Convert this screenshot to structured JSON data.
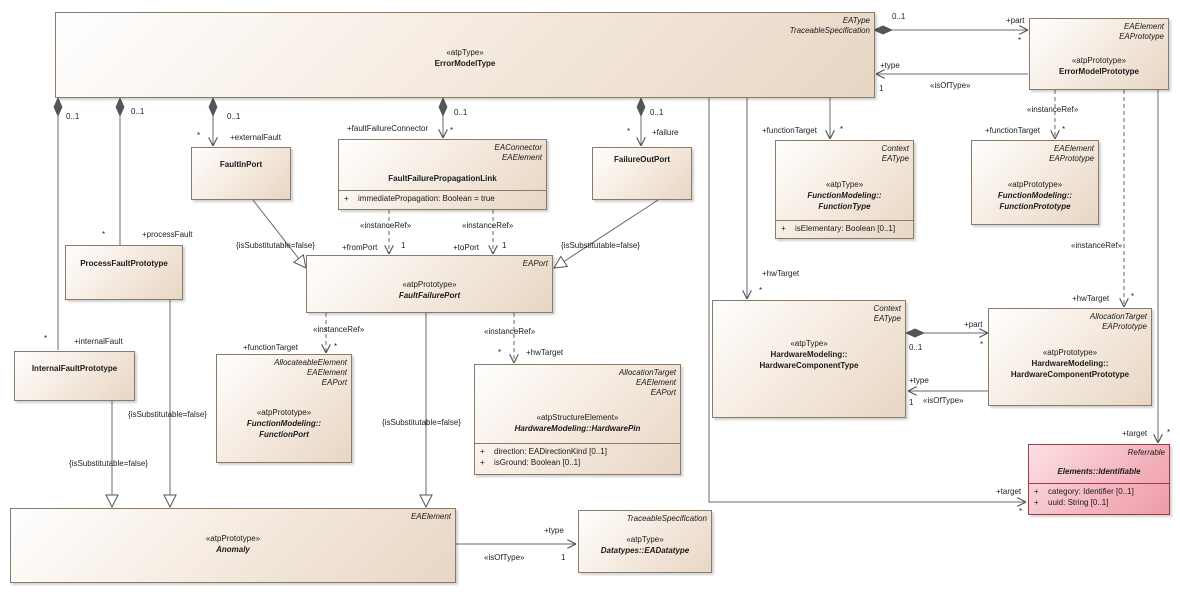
{
  "classes": {
    "error_model_type": {
      "tags": [
        "EAType",
        "TraceableSpecification"
      ],
      "stereotype": "«atpType»",
      "name": "ErrorModelType"
    },
    "error_model_prototype": {
      "tags": [
        "EAElement",
        "EAPrototype"
      ],
      "stereotype": "«atpPrototype»",
      "name": "ErrorModelPrototype"
    },
    "fault_in_port": {
      "name": "FaultInPort"
    },
    "fault_failure_propagation_link": {
      "tags": [
        "EAConnector",
        "EAElement"
      ],
      "name": "FaultFailurePropagationLink",
      "attributes": [
        {
          "vis": "+",
          "text": "immediatePropagation: Boolean = true"
        }
      ]
    },
    "failure_out_port": {
      "name": "FailureOutPort"
    },
    "function_type": {
      "tags": [
        "Context",
        "EAType"
      ],
      "stereotype": "«atpType»",
      "name1": "FunctionModeling::",
      "name2": "FunctionType",
      "attributes": [
        {
          "vis": "+",
          "text": "isElementary: Boolean [0..1]"
        }
      ]
    },
    "function_prototype": {
      "tags": [
        "EAElement",
        "EAPrototype"
      ],
      "stereotype": "«atpPrototype»",
      "name1": "FunctionModeling::",
      "name2": "FunctionPrototype"
    },
    "process_fault_prototype": {
      "name": "ProcessFaultPrototype"
    },
    "fault_failure_port": {
      "tags": [
        "EAPort"
      ],
      "stereotype": "«atpPrototype»",
      "name": "FaultFailurePort"
    },
    "hardware_component_type": {
      "tags": [
        "Context",
        "EAType"
      ],
      "stereotype": "«atpType»",
      "name1": "HardwareModeling::",
      "name2": "HardwareComponentType"
    },
    "hardware_component_prototype": {
      "tags": [
        "AllocationTarget",
        "EAPrototype"
      ],
      "stereotype": "«atpPrototype»",
      "name1": "HardwareModeling::",
      "name2": "HardwareComponentPrototype"
    },
    "internal_fault_prototype": {
      "name": "InternalFaultPrototype"
    },
    "function_port": {
      "tags": [
        "AllocateableElement",
        "EAElement",
        "EAPort"
      ],
      "stereotype": "«atpPrototype»",
      "name1": "FunctionModeling::",
      "name2": "FunctionPort"
    },
    "hardware_pin": {
      "tags": [
        "AllocationTarget",
        "EAElement",
        "EAPort"
      ],
      "stereotype": "«atpStructureElement»",
      "name": "HardwareModeling::HardwarePin",
      "attributes": [
        {
          "vis": "+",
          "text": "direction: EADirectionKind [0..1]"
        },
        {
          "vis": "+",
          "text": "isGround: Boolean [0..1]"
        }
      ]
    },
    "identifiable": {
      "tags": [
        "Referrable"
      ],
      "name": "Elements::Identifiable",
      "attributes": [
        {
          "vis": "+",
          "text": "category: Identifier [0..1]"
        },
        {
          "vis": "+",
          "text": "uuid: String [0..1]"
        }
      ]
    },
    "anomaly": {
      "tags": [
        "EAElement"
      ],
      "stereotype": "«atpPrototype»",
      "name": "Anomaly"
    },
    "ea_datatype": {
      "tags": [
        "TraceableSpecification"
      ],
      "stereotype": "«atpType»",
      "name": "Datatypes::EADatatype"
    }
  },
  "labels": {
    "l01": "0..1",
    "l02": "+part",
    "l03": "*",
    "l04": "+type",
    "l05": "1",
    "l06": "«isOfType»",
    "l07": "0..1",
    "l08": "0..1",
    "l09": "0..1",
    "l10": "*",
    "l11": "+externalFault",
    "l12": "0..1",
    "l13": "+faultFailureConnector",
    "l14": "*",
    "l15": "0..1",
    "l16": "*",
    "l17": "+failure",
    "l18": "+functionTarget",
    "l19": "*",
    "l20": "«instanceRef»",
    "l21": "+functionTarget",
    "l22": "*",
    "l23": "«instanceRef»",
    "l24": "*",
    "l25": "+processFault",
    "l26": "{isSubstitutable=false}",
    "l27": "«instanceRef»",
    "l28": "«instanceRef»",
    "l29": "+fromPort",
    "l30": "1",
    "l31": "+toPort",
    "l32": "1",
    "l33": "{isSubstitutable=false}",
    "l34": "+hwTarget",
    "l35": "*",
    "l36": "+hwTarget",
    "l37": "*",
    "l38": "*",
    "l39": "+internalFault",
    "l40": "«instanceRef»",
    "l41": "+functionTarget",
    "l42": "*",
    "l43": "«instanceRef»",
    "l44": "*",
    "l45": "+hwTarget",
    "l46": "0..1",
    "l47": "+part",
    "l48": "*",
    "l49": "+type",
    "l50": "1",
    "l51": "«isOfType»",
    "l52": "{isSubstitutable=false}",
    "l53": "{isSubstitutable=false}",
    "l54": "{isSubstitutable=false}",
    "l55": "+target",
    "l56": "*",
    "l57": "+target",
    "l58": "*",
    "l59": "+type",
    "l60": "«isOfType»",
    "l61": "1"
  }
}
